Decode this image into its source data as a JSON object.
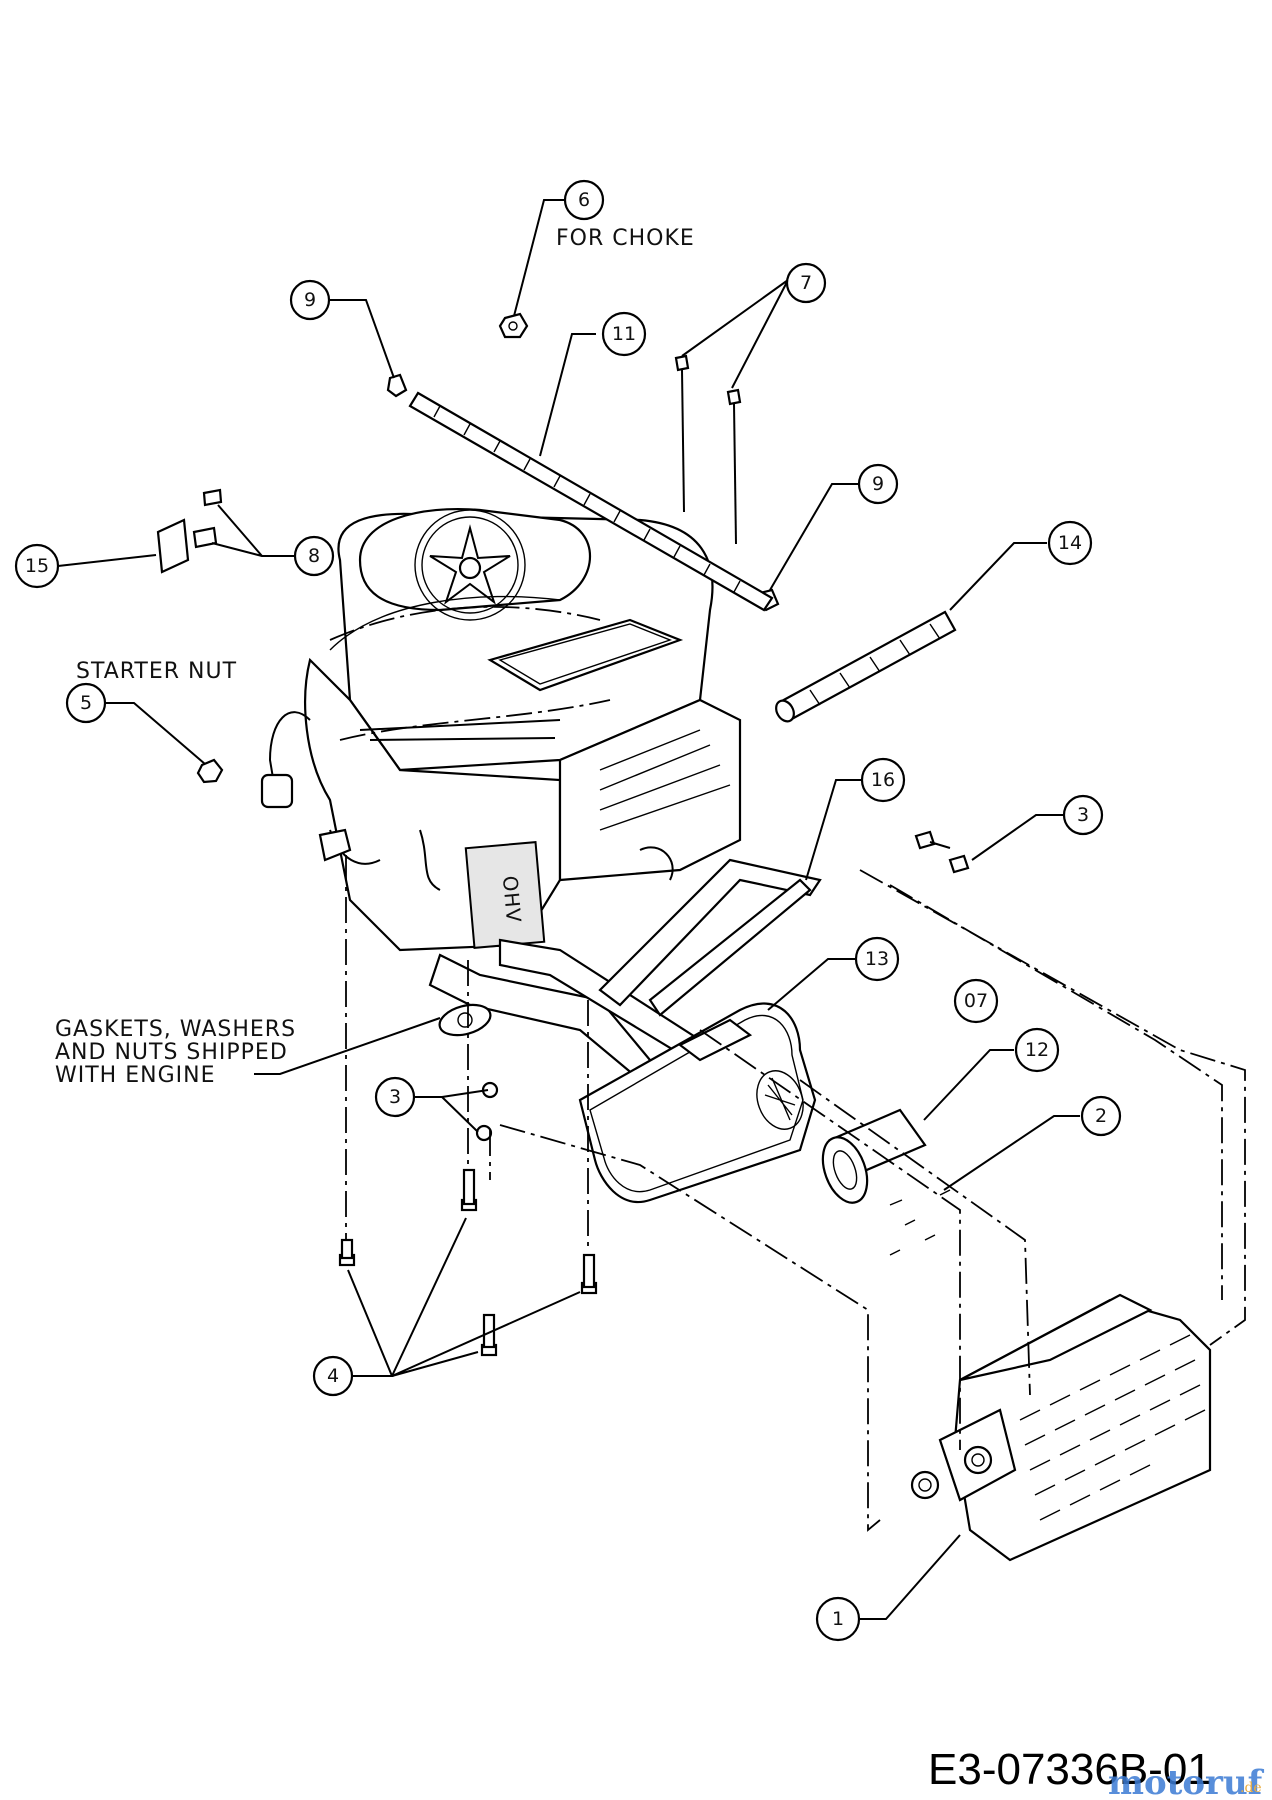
{
  "callouts": [
    {
      "id": "c6",
      "label": "6"
    },
    {
      "id": "c9a",
      "label": "9"
    },
    {
      "id": "c11",
      "label": "11"
    },
    {
      "id": "c7",
      "label": "7"
    },
    {
      "id": "c9b",
      "label": "9"
    },
    {
      "id": "c14",
      "label": "14"
    },
    {
      "id": "c15",
      "label": "15"
    },
    {
      "id": "c8",
      "label": "8"
    },
    {
      "id": "c5",
      "label": "5"
    },
    {
      "id": "c16",
      "label": "16"
    },
    {
      "id": "c3a",
      "label": "3"
    },
    {
      "id": "c13",
      "label": "13"
    },
    {
      "id": "c07",
      "label": "07"
    },
    {
      "id": "c12",
      "label": "12"
    },
    {
      "id": "c2",
      "label": "2"
    },
    {
      "id": "c3b",
      "label": "3"
    },
    {
      "id": "c4",
      "label": "4"
    },
    {
      "id": "c1",
      "label": "1"
    }
  ],
  "notes": {
    "for_choke": "FOR CHOKE",
    "starter_nut": "STARTER NUT",
    "gaskets_line1": "GASKETS, WASHERS",
    "gaskets_line2": "AND NUTS SHIPPED",
    "gaskets_line3": "WITH ENGINE"
  },
  "engine_badge": "OHV",
  "drawing_code": "E3-07336B-01",
  "watermark": {
    "brand": "motoruf",
    "suffix": ".de",
    "colors": [
      "#3b7bd4",
      "#e8a020"
    ]
  }
}
